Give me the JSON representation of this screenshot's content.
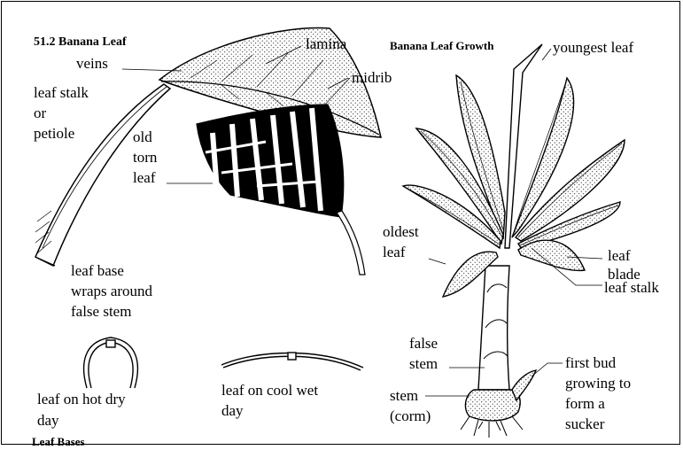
{
  "figure_label": "51.2 Banana Leaf",
  "right_title": "Banana Leaf Growth",
  "left_panel": {
    "veins": "veins",
    "lamina": "lamina",
    "midrib": "midrib",
    "stalk_1": "leaf stalk",
    "stalk_2": "or",
    "stalk_3": "petiole",
    "old_1": "old",
    "old_2": "torn",
    "old_3": "leaf",
    "base_1": "leaf base",
    "base_2": "wraps around",
    "base_3": "false stem"
  },
  "bottom_panel": {
    "hot_1": "leaf on hot dry",
    "hot_2": "day",
    "cool_1": "leaf on cool wet",
    "cool_2": "day",
    "bases_title": "Leaf Bases"
  },
  "right_panel": {
    "youngest": "youngest leaf",
    "oldest_1": "oldest",
    "oldest_2": "leaf",
    "blade_1": "leaf",
    "blade_2": "blade",
    "stalk": "leaf stalk",
    "false_1": "false",
    "false_2": "stem",
    "stem_1": "stem",
    "stem_2": "(corm)",
    "bud_1": "first bud",
    "bud_2": "growing to",
    "bud_3": "form a",
    "bud_4": "sucker"
  }
}
